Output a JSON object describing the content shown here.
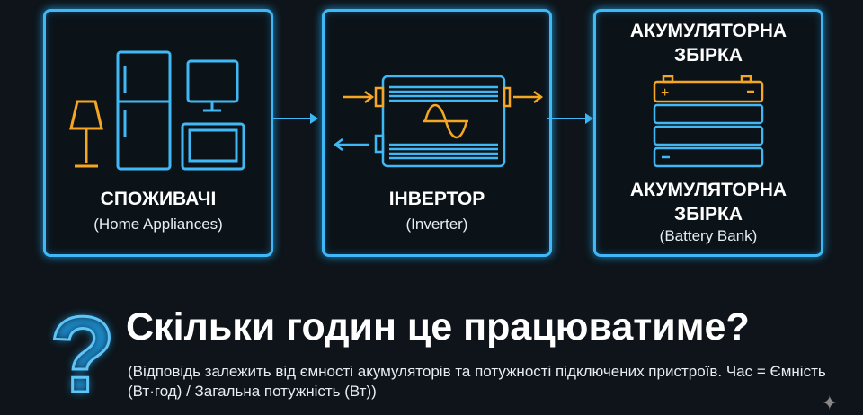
{
  "panels": [
    {
      "title": "СПОЖИВАЧІ",
      "subtitle": "(Home Appliances)",
      "icon": "appliances-icon"
    },
    {
      "title": "ІНВЕРТОР",
      "subtitle": "(Inverter)",
      "icon": "inverter-icon"
    },
    {
      "top_title": "АКУМУЛЯТОРНА ЗБІРКА",
      "title": "АКУМУЛЯТОРНА ЗБІРКА",
      "subtitle": "(Battery Bank)",
      "icon": "battery-icon"
    }
  ],
  "question": {
    "title": "Скільки годин це працюватиме?",
    "note": "(Відповідь залежить від ємності акумуляторів та потужності підключених пристроїв. Час = Ємність (Вт·год) / Загальна потужність (Вт))"
  },
  "colors": {
    "accent": "#3fb8f5",
    "orange": "#f5a623"
  }
}
